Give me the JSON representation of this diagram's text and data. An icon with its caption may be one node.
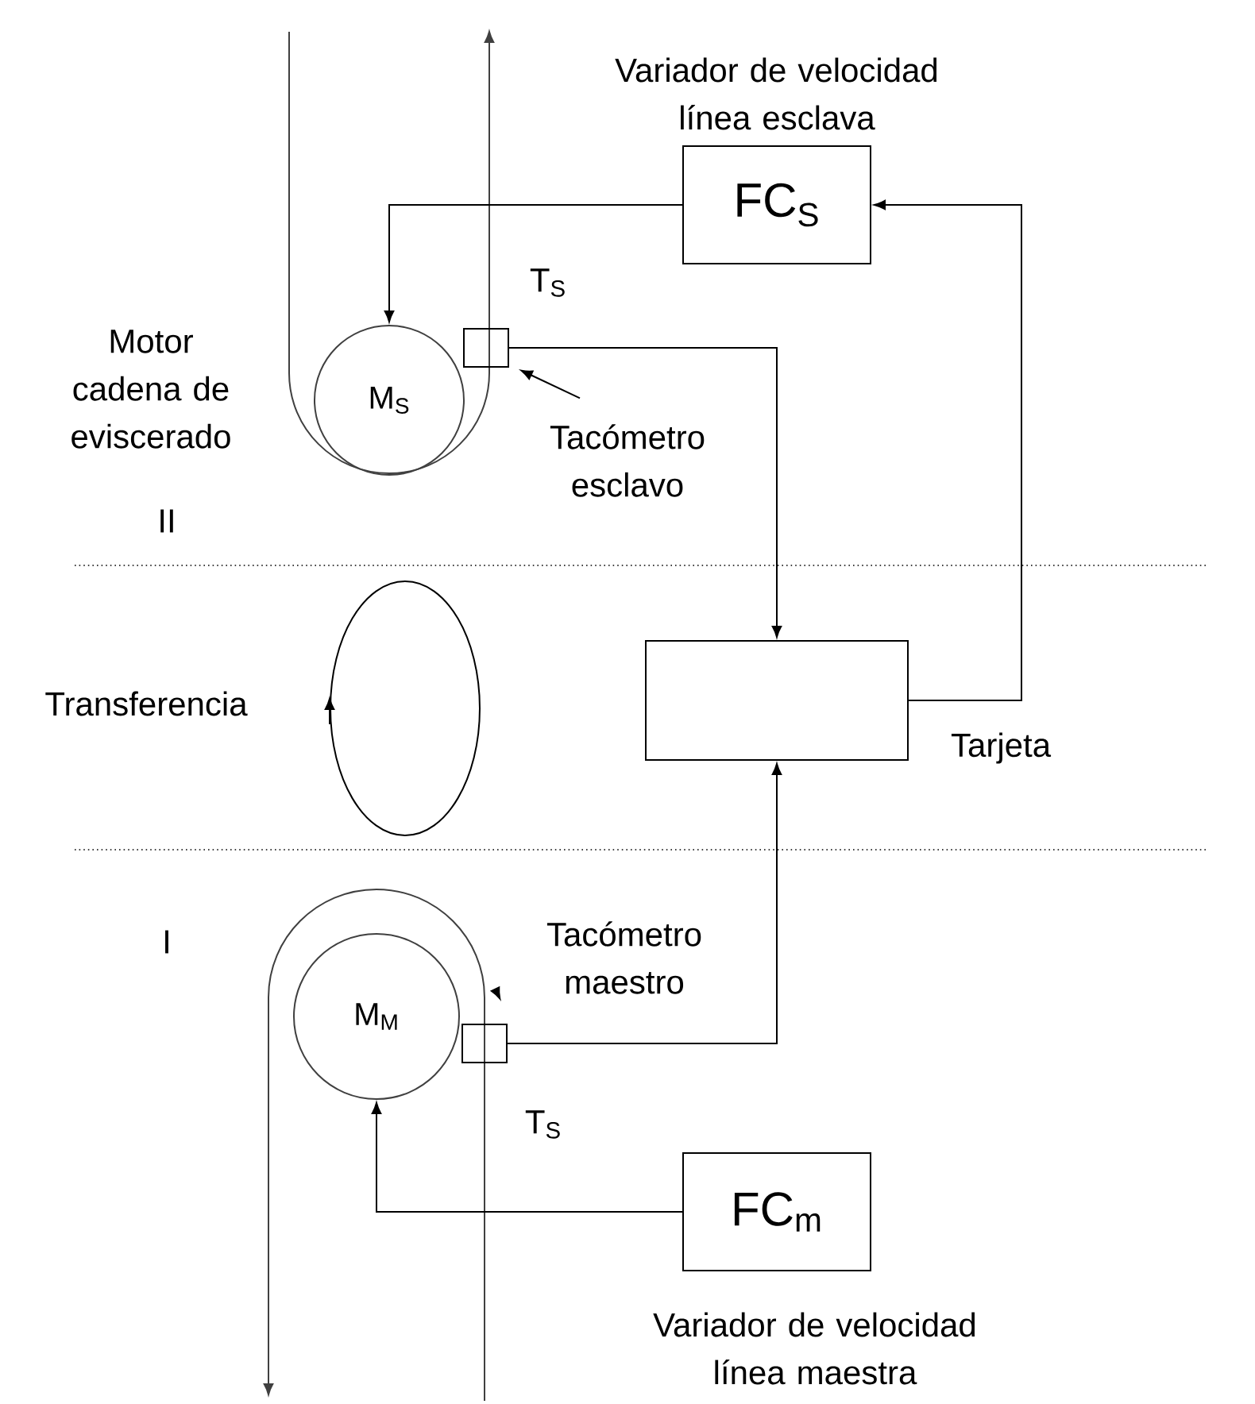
{
  "diagram": {
    "nodes": [
      {
        "text": [
          "FC$_{S}$"
        ],
        "beside": [
          "Variador de velocidad línea esclava"
        ]
      },
      {
        "text": [
          "M$_{S}$"
        ],
        "beside": [
          "Motor cadena de eviscerado"
        ]
      },
      {
        "text": [],
        "shape": "box",
        "beside": [
          "T$_{S}$"
        ]
      },
      {
        "text": [
          "Tacómetro esclavo"
        ]
      },
      {
        "text": [],
        "shape": "box",
        "beside": [
          "Tarjeta"
        ]
      },
      {
        "text": [],
        "shape": "circle",
        "beside": [
          "Transferencia"
        ]
      },
      {
        "text": [
          "M$_{M}$"
        ]
      },
      {
        "text": [],
        "shape": "box",
        "beside": [
          "T$_{S}$"
        ]
      },
      {
        "text": [
          "Tacómetro maestro"
        ]
      },
      {
        "text": [
          "FC$_{m}$"
        ],
        "beside": [
          "Variador de velocidad línea maestra"
        ]
      }
    ],
    "edges": [
      {
        "from": 0,
        "to": 1,
        "arrow": "to"
      },
      {
        "from": 2,
        "to": 4,
        "arrow": "to"
      },
      {
        "from": 4,
        "to": 0,
        "arrow": "to"
      },
      {
        "from": 7,
        "to": 4,
        "arrow": "to"
      },
      {
        "from": 9,
        "to": 6,
        "arrow": "to"
      },
      {
        "from": 3,
        "to": 2,
        "arrow": "to"
      },
      {
        "from": 8,
        "to": 7,
        "arrow": "to"
      }
    ],
    "labels": [
      "II",
      "I"
    ]
  }
}
